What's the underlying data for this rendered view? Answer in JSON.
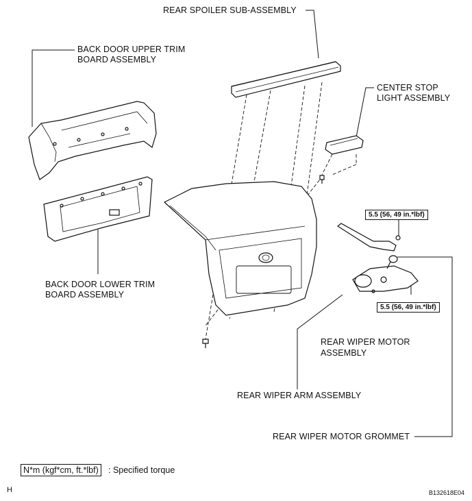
{
  "labels": {
    "rear_spoiler": "REAR SPOILER SUB-ASSEMBLY",
    "upper_trim_1": "BACK DOOR UPPER TRIM",
    "upper_trim_2": "BOARD ASSEMBLY",
    "center_stop_1": "CENTER STOP",
    "center_stop_2": "LIGHT ASSEMBLY",
    "lower_trim_1": "BACK DOOR LOWER TRIM",
    "lower_trim_2": "BOARD ASSEMBLY",
    "wiper_motor_1": "REAR WIPER MOTOR",
    "wiper_motor_2": "ASSEMBLY",
    "wiper_arm": "REAR WIPER ARM ASSEMBLY",
    "wiper_grommet": "REAR WIPER MOTOR GROMMET"
  },
  "torque": {
    "arm_nut": "5.5 (56, 49 in.*lbf)",
    "motor_bolt": "5.5 (56, 49 in.*lbf)"
  },
  "legend": {
    "unit_box": "N*m (kgf*cm, ft.*lbf)",
    "meaning": ": Specified torque"
  },
  "corner": {
    "left": "H",
    "right": "B132618E04"
  }
}
